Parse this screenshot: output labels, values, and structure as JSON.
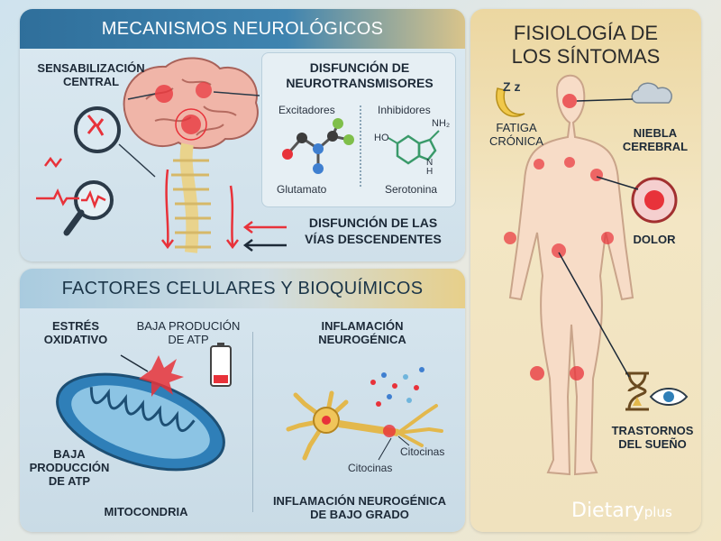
{
  "sections": {
    "neuro": {
      "title": "MECANISMOS NEUROLÓGICOS",
      "central_label": "SENSABILIZACIÓN\nCENTRAL",
      "neuro_box": {
        "title": "DISFUNCIÓN DE\nNEUROTRANSMISORES",
        "excitatory": "Excitadores",
        "inhibitory": "Inhibidores",
        "glutamate": "Glutamato",
        "serotonin": "Serotonina",
        "ho": "HO",
        "nh2": "NH₂",
        "n": "N",
        "h": "H"
      },
      "descending_label": "DISFUNCIÓN DE LAS\nVÍAS DESCENDENTES"
    },
    "cellular": {
      "title": "FACTORES CELULARES Y BIOQUÍMICOS",
      "oxidative": "ESTRÉS\nOXIDATIVO",
      "low_atp_top": "BAJA PRODUCIÓN\nDE ATP",
      "low_atp_bottom": "BAJA\nPRODUCCIÓN\nDE ATP",
      "mitochondria": "MITOCONDRIA",
      "neuro_inflammation": "INFLAMACIÓN\nNEUROGÉNICA",
      "cytokines_1": "Citocinas",
      "cytokines_2": "Citocinas",
      "low_grade": "INFLAMACIÓN NEUROGÉNICA\nDE BAJO GRADO"
    },
    "physiology": {
      "title": "FISIOLOGÍA DE\nLOS SÍNTOMAS",
      "fatigue": "FATIGA\nCRÓNICA",
      "fog": "NIEBLA\nCEREBRAL",
      "pain": "DOLOR",
      "sleep": "TRASTORNOS\nDEL SUEÑO",
      "zzz": "Z z",
      "logo_main": "Dietary",
      "logo_sub": "plus"
    }
  },
  "colors": {
    "dark_blue": "#2f6f9b",
    "gold": "#e7cf8a",
    "red_hotspot": "#e8323a",
    "brain_pink": "#f0b5a8",
    "mito_blue": "#2f7fb8"
  },
  "icons": [
    "brain-icon",
    "magnifier-icon",
    "molecule-icon",
    "mitochondria-icon",
    "battery-icon",
    "neuron-icon",
    "moon-icon",
    "cloud-icon",
    "pain-cell-icon",
    "hourglass-icon",
    "eye-icon",
    "body-icon"
  ]
}
